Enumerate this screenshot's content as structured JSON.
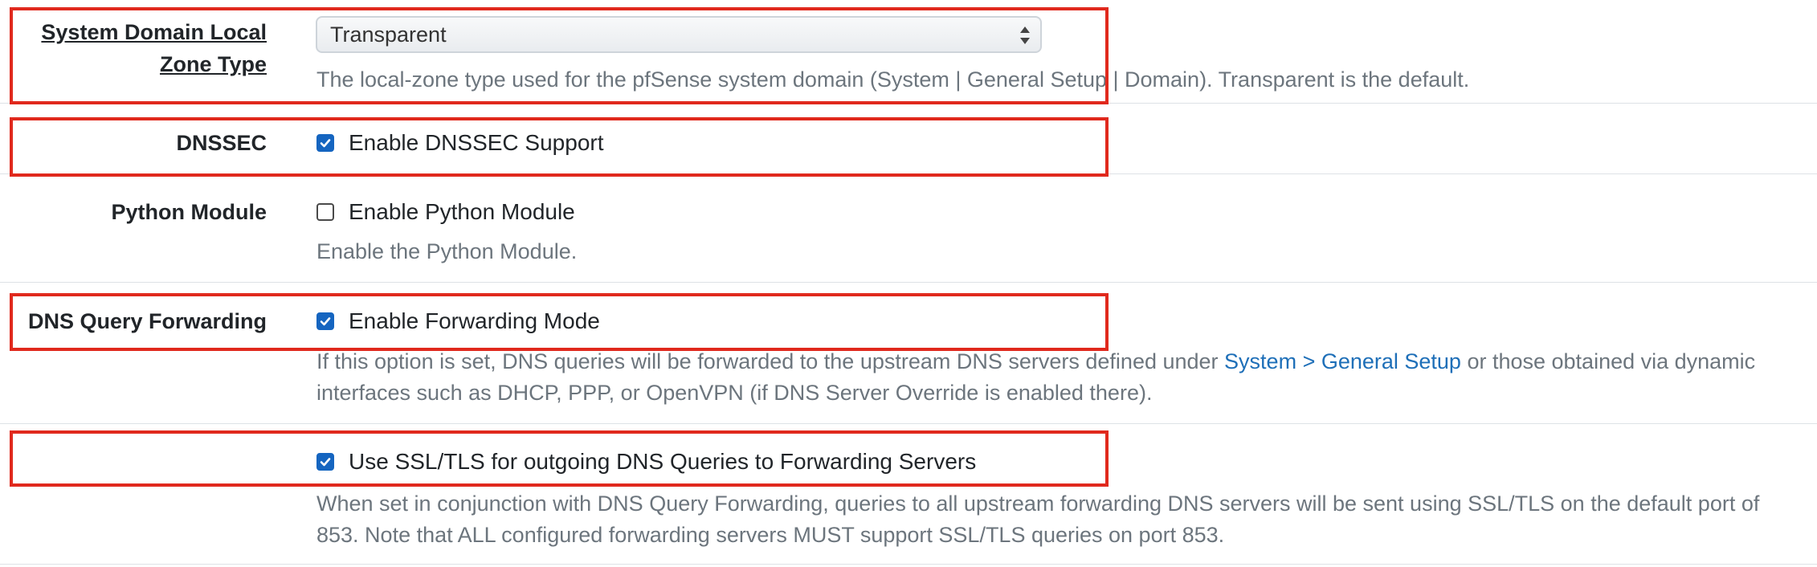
{
  "system_domain": {
    "label_line1": "System Domain Local",
    "label_line2": "Zone Type",
    "select_value": "Transparent",
    "help": "The local-zone type used for the pfSense system domain (System | General Setup | Domain). Transparent is the default."
  },
  "dnssec": {
    "label": "DNSSEC",
    "checkbox_label": "Enable DNSSEC Support",
    "checked": true
  },
  "python": {
    "label": "Python Module",
    "checkbox_label": "Enable Python Module",
    "checked": false,
    "help": "Enable the Python Module."
  },
  "forwarding": {
    "label": "DNS Query Forwarding",
    "checkbox_label": "Enable Forwarding Mode",
    "checked": true,
    "help_before": "If this option is set, DNS queries will be forwarded to the upstream DNS servers defined under ",
    "help_link": "System > General Setup",
    "help_after": " or those obtained via dynamic",
    "help_line2": "interfaces such as DHCP, PPP, or OpenVPN (if DNS Server Override is enabled there)."
  },
  "ssl": {
    "checkbox_label": "Use SSL/TLS for outgoing DNS Queries to Forwarding Servers",
    "checked": true,
    "help_line1": "When set in conjunction with DNS Query Forwarding, queries to all upstream forwarding DNS servers will be sent using SSL/TLS on the default port of",
    "help_line2": "853. Note that ALL configured forwarding servers MUST support SSL/TLS queries on port 853."
  },
  "colors": {
    "highlight": "#e0291d",
    "checkbox_checked": "#1565c0",
    "link": "#1e6fb8",
    "help_text": "#6c757d"
  }
}
